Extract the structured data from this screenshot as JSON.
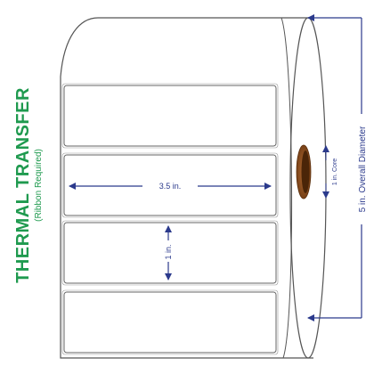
{
  "title": "THERMAL TRANSFER",
  "subtitle": "(Ribbon Required)",
  "dimensions": {
    "label_width": "3.5 in.",
    "label_height": "1 in.",
    "core": "1 in. Core",
    "diameter": "5 in. Overall Diameter"
  },
  "colors": {
    "title": "#1f9a4f",
    "dimension": "#2b3a8c",
    "core": "#8a4a1c",
    "outline": "#555555"
  }
}
